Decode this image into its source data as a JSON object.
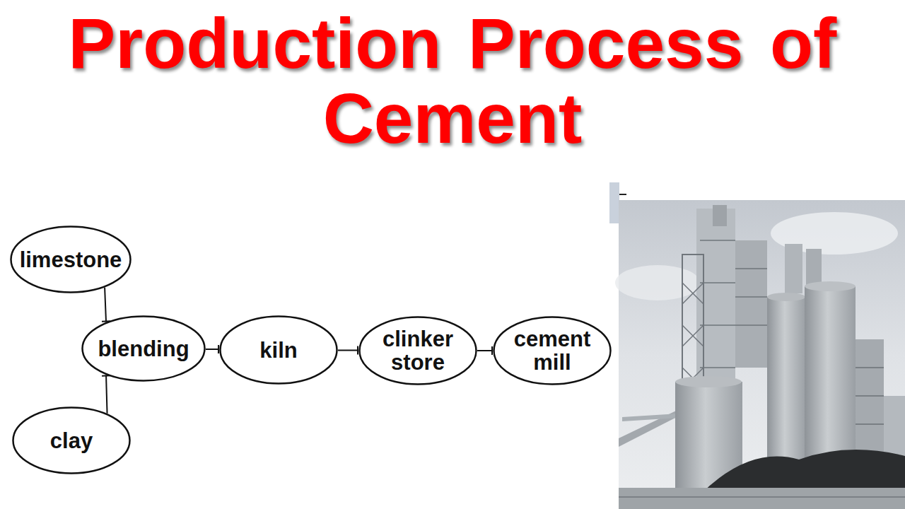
{
  "diagram": {
    "title": "Production Process of Cement",
    "nodes": [
      {
        "text": [
          "limestone"
        ]
      },
      {
        "text": [
          "blending"
        ]
      },
      {
        "text": [
          "kiln"
        ]
      },
      {
        "text": [
          "clinker store"
        ]
      },
      {
        "text": [
          "cement mill"
        ]
      },
      {
        "text": [
          "clay"
        ]
      }
    ],
    "edges": [
      {
        "from": 0,
        "to": 1,
        "arrow": "to"
      },
      {
        "from": 5,
        "to": 1,
        "arrow": "to"
      },
      {
        "from": 1,
        "to": 2,
        "arrow": "to"
      },
      {
        "from": 2,
        "to": 3,
        "arrow": "to"
      },
      {
        "from": 3,
        "to": 4,
        "arrow": "to"
      }
    ]
  }
}
